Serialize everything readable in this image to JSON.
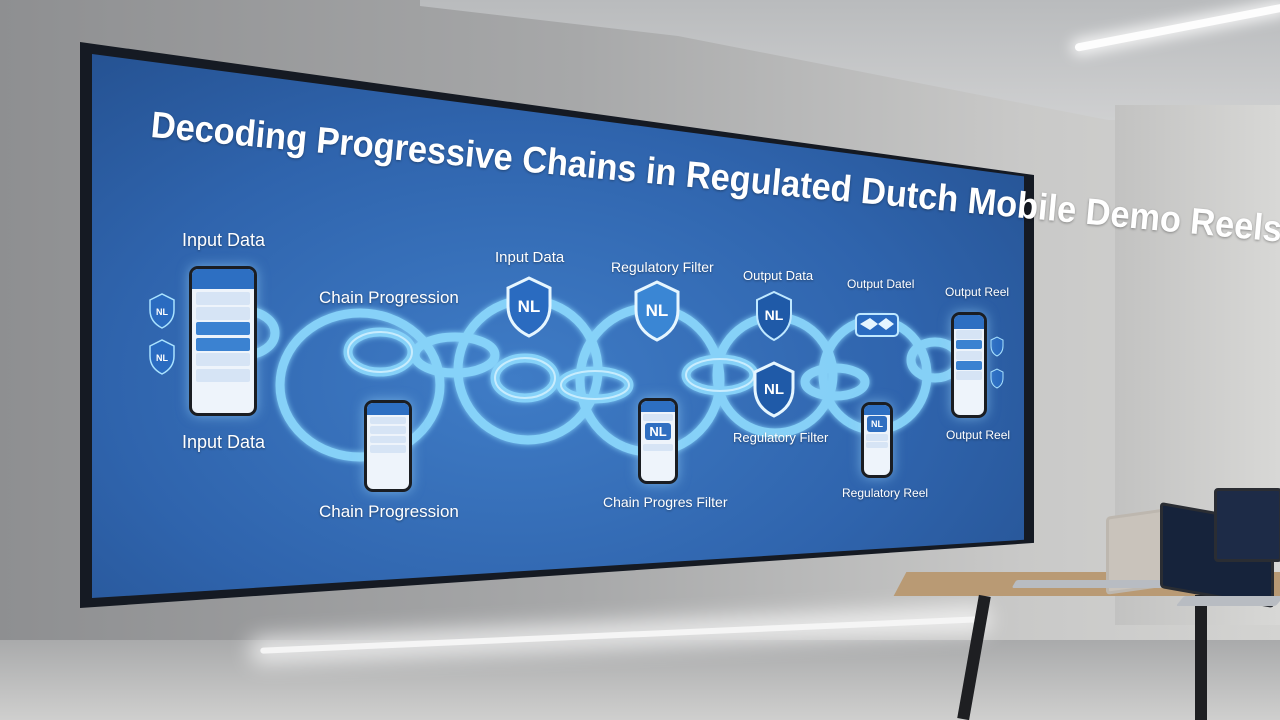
{
  "title": "Decoding Progressive Chains in Regulated Dutch Mobile Demo Reels",
  "labels": {
    "input_data_top": "Input Data",
    "input_data_bottom": "Input Data",
    "chain_progression_top": "Chain Progression",
    "chain_progression_bottom": "Chain Progression",
    "input_data_mid": "Input Data",
    "regulatory_filter_top": "Regulatory Filter",
    "regulatory_filter_bottom": "Regulatory Filter",
    "chain_progres_filter": "Chain Progres Filter",
    "output_data": "Output Data",
    "output_datel": "Output Datel",
    "regulatory_reel": "Regulatory Reel",
    "output_reel_top": "Output Reel",
    "output_reel_bottom": "Output Reel"
  },
  "badge_text": "NL",
  "colors": {
    "screen_blue": "#2f64ad",
    "chain_glow": "#7fd3ff",
    "shield_fill": "#2a6bc0",
    "text": "#ffffff"
  },
  "icons": [
    "phone-icon",
    "shield-icon",
    "chain-icon",
    "handshake-icon",
    "laptop-icon"
  ]
}
